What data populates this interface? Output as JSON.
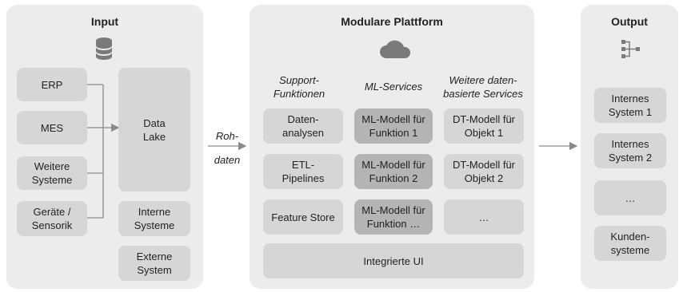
{
  "input": {
    "title": "Input",
    "icon": "database-icon",
    "sources": [
      "ERP",
      "MES",
      "Weitere\nSysteme",
      "Geräte /\nSensorik"
    ],
    "data_lake": "Data\nLake",
    "internal_systems": "Interne\nSysteme",
    "external_system": "Externe\nSystem"
  },
  "flow_label": {
    "line1": "Roh-",
    "line2": "daten"
  },
  "platform": {
    "title": "Modulare Plattform",
    "icon": "cloud-icon",
    "columns": [
      {
        "header": "Support-\nFunktionen",
        "items": [
          "Daten-\nanalysen",
          "ETL-\nPipelines",
          "Feature Store"
        ]
      },
      {
        "header": "ML-Services",
        "items": [
          "ML-Modell für\nFunktion 1",
          "ML-Modell für\nFunktion 2",
          "ML-Modell für\nFunktion …"
        ]
      },
      {
        "header": "Weitere daten-\nbasierte Services",
        "items": [
          "DT-Modell für\nObjekt 1",
          "DT-Modell für\nObjekt 2",
          "…"
        ]
      }
    ],
    "integrated_ui": "Integrierte UI"
  },
  "output": {
    "title": "Output",
    "icon": "hierarchy-icon",
    "items": [
      "Internes\nSystem 1",
      "Internes\nSystem 2",
      "…",
      "Kunden-\nsysteme"
    ]
  },
  "colors": {
    "panel": "#ececec",
    "box": "#d6d6d6",
    "box_highlight": "#b4b4b4",
    "connector": "#8a8a8a",
    "icon": "#7a7a7a"
  }
}
